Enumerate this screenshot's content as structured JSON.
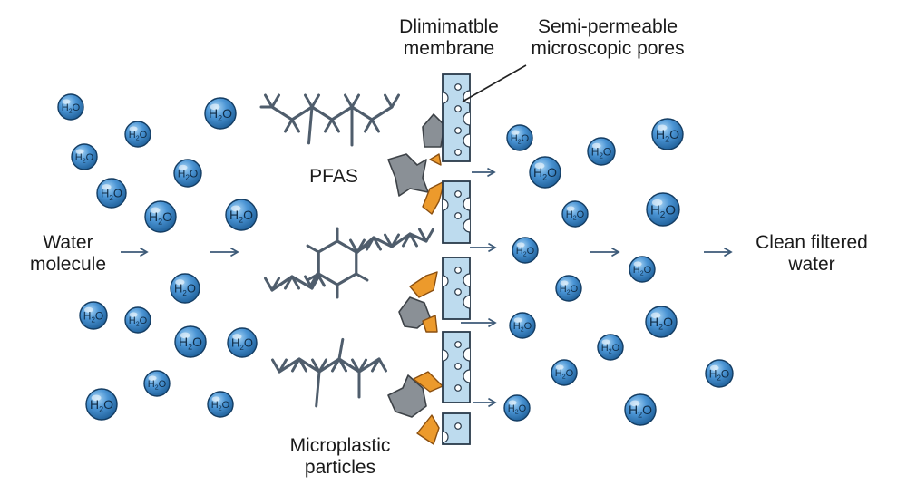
{
  "labels": {
    "water_molecule": [
      "Water",
      "molecule"
    ],
    "membrane": [
      "Dlimimatble",
      "membrane"
    ],
    "pores": [
      "Semi-permeable",
      "microscopic pores"
    ],
    "pfas": "PFAS",
    "microplastic": [
      "Microplastic",
      "particles"
    ],
    "clean_water": [
      "Clean filtered",
      "water"
    ]
  },
  "molecule": {
    "base": "H",
    "subscript": "2",
    "tail": "O"
  },
  "colors": {
    "molecule_fill": "#4a94d4",
    "molecule_dark": "#1e5f97",
    "molecule_light": "#9fcdf2",
    "membrane_fill": "#bddbee",
    "membrane_stroke": "#2a3a4a",
    "pfas_chain": "#4f5d6c",
    "microplastic_orange": "#ec9a2c",
    "microplastic_gray": "#8a9096",
    "arrow": "#3d5a78"
  },
  "icons": [
    "water-molecule-icon",
    "pfas-molecule-icon",
    "microplastic-particle-icon",
    "flow-arrow-icon",
    "membrane-icon"
  ]
}
